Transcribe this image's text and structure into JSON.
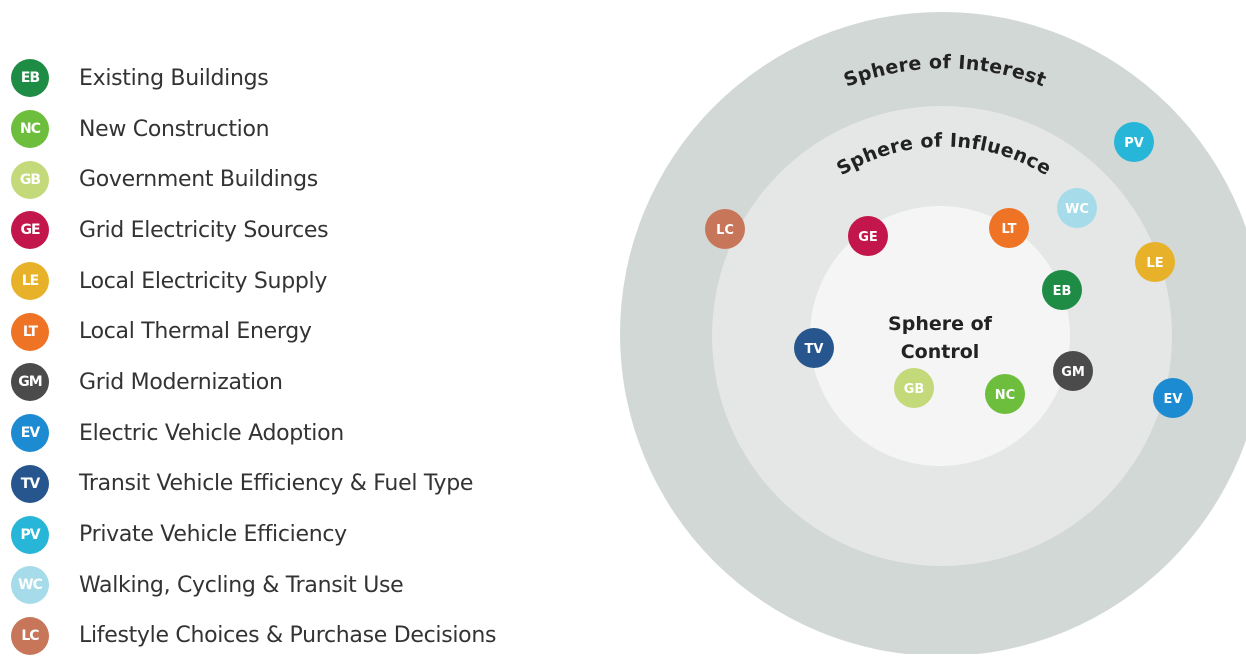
{
  "colors": {
    "EB": "#1e8c45",
    "NC": "#6cbe3c",
    "GB": "#c4d97a",
    "GE": "#c3164c",
    "LE": "#e7b22a",
    "LT": "#ee7325",
    "GM": "#4b4b4b",
    "EV": "#1d8bd1",
    "TV": "#27568e",
    "PV": "#27b6d8",
    "WC": "#a6dbea",
    "LC": "#c8765a",
    "outer_ring": "#d2d8d5",
    "middle_ring": "#e4e7e5",
    "inner_ring": "#f4f5f4"
  },
  "legend": [
    {
      "code": "EB",
      "label": "Existing Buildings"
    },
    {
      "code": "NC",
      "label": "New Construction"
    },
    {
      "code": "GB",
      "label": "Government Buildings"
    },
    {
      "code": "GE",
      "label": "Grid Electricity Sources"
    },
    {
      "code": "LE",
      "label": "Local Electricity Supply"
    },
    {
      "code": "LT",
      "label": "Local Thermal Energy"
    },
    {
      "code": "GM",
      "label": "Grid Modernization"
    },
    {
      "code": "EV",
      "label": "Electric Vehicle Adoption"
    },
    {
      "code": "TV",
      "label": "Transit Vehicle Efficiency & Fuel Type"
    },
    {
      "code": "PV",
      "label": "Private Vehicle Efficiency"
    },
    {
      "code": "WC",
      "label": "Walking, Cycling & Transit Use"
    },
    {
      "code": "LC",
      "label": "Lifestyle Choices & Purchase Decisions"
    }
  ],
  "spheres": {
    "interest": "Sphere of Interest",
    "influence": "Sphere of Influence",
    "control_line1": "Sphere of",
    "control_line2": "Control"
  },
  "diagram_markers": {
    "interest": [
      "PV",
      "LC",
      "LE",
      "EV"
    ],
    "influence": [
      "WC",
      "GE",
      "LT",
      "EB",
      "TV",
      "GM"
    ],
    "control": [
      "GB",
      "NC"
    ]
  }
}
